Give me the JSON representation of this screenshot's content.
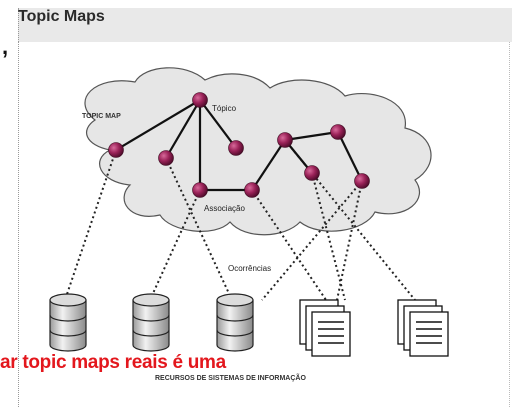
{
  "header": {
    "title": "Topic Maps",
    "cut_fragment": ","
  },
  "diagram": {
    "label_topic_map": "TOPIC MAP",
    "label_topico": "Tópico",
    "label_associacao": "Associação",
    "label_ocorrencias": "Ocorrências",
    "label_recursos": "RECURSOS DE SISTEMAS DE INFORMAÇÃO"
  },
  "caption": "ar topic maps reais é uma",
  "colors": {
    "node": "#8a1a4a",
    "caption": "#e3171d",
    "cloud": "#e6e6e6"
  }
}
